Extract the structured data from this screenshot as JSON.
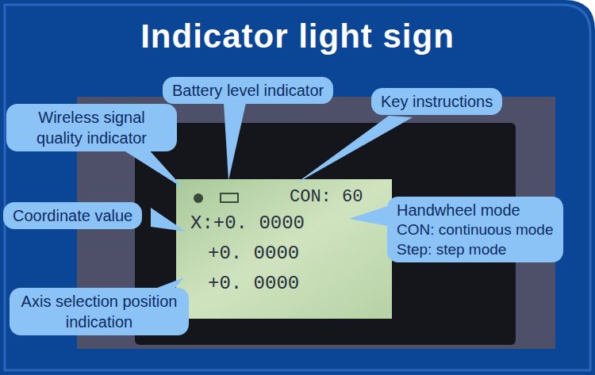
{
  "diagram": {
    "title": "Indicator light sign",
    "nodes": [
      {
        "text": [
          "Battery level indicator"
        ]
      },
      {
        "text": [
          "Key instructions"
        ]
      },
      {
        "text": [
          "Wireless signal quality indicator"
        ]
      },
      {
        "text": [
          "Coordinate value"
        ]
      },
      {
        "text": [
          "Handwheel mode",
          "CON: continuous mode",
          "Step: step mode"
        ]
      },
      {
        "text": [
          "Axis selection position indication"
        ]
      }
    ],
    "labels": [
      "CON: 60",
      "X:+0. 0000",
      "+0. 0000",
      "+0. 0000"
    ]
  }
}
